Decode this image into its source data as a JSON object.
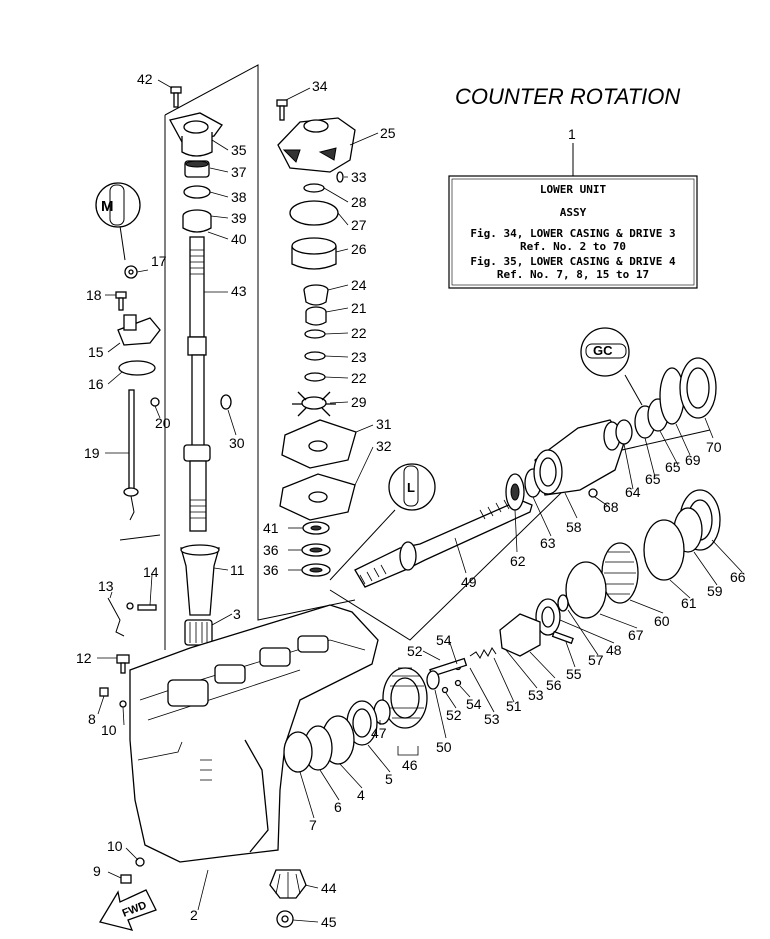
{
  "title": "COUNTER ROTATION",
  "info_box": {
    "ref": "1",
    "line1": "LOWER UNIT",
    "line2": "ASSY",
    "line3": "Fig. 34, LOWER CASING & DRIVE 3",
    "line4": "Ref. No. 2 to 70",
    "line5": "Fig. 35, LOWER CASING & DRIVE 4",
    "line6": "Ref. No. 7, 8, 15 to 17"
  },
  "fwd_label": "FWD",
  "callouts": [
    {
      "n": "42"
    },
    {
      "n": "34"
    },
    {
      "n": "25"
    },
    {
      "n": "35"
    },
    {
      "n": "37"
    },
    {
      "n": "38"
    },
    {
      "n": "39"
    },
    {
      "n": "40"
    },
    {
      "n": "33"
    },
    {
      "n": "28"
    },
    {
      "n": "27"
    },
    {
      "n": "26"
    },
    {
      "n": "17"
    },
    {
      "n": "18"
    },
    {
      "n": "43"
    },
    {
      "n": "24"
    },
    {
      "n": "21"
    },
    {
      "n": "22"
    },
    {
      "n": "15"
    },
    {
      "n": "23"
    },
    {
      "n": "16"
    },
    {
      "n": "22"
    },
    {
      "n": "29"
    },
    {
      "n": "20"
    },
    {
      "n": "19"
    },
    {
      "n": "30"
    },
    {
      "n": "31"
    },
    {
      "n": "32"
    },
    {
      "n": "41"
    },
    {
      "n": "36"
    },
    {
      "n": "36"
    },
    {
      "n": "11"
    },
    {
      "n": "13"
    },
    {
      "n": "14"
    },
    {
      "n": "3"
    },
    {
      "n": "12"
    },
    {
      "n": "8"
    },
    {
      "n": "10"
    },
    {
      "n": "70"
    },
    {
      "n": "69"
    },
    {
      "n": "65"
    },
    {
      "n": "65"
    },
    {
      "n": "64"
    },
    {
      "n": "68"
    },
    {
      "n": "58"
    },
    {
      "n": "63"
    },
    {
      "n": "62"
    },
    {
      "n": "49"
    },
    {
      "n": "66"
    },
    {
      "n": "59"
    },
    {
      "n": "61"
    },
    {
      "n": "60"
    },
    {
      "n": "67"
    },
    {
      "n": "48"
    },
    {
      "n": "57"
    },
    {
      "n": "55"
    },
    {
      "n": "56"
    },
    {
      "n": "53"
    },
    {
      "n": "51"
    },
    {
      "n": "54"
    },
    {
      "n": "52"
    },
    {
      "n": "54"
    },
    {
      "n": "52"
    },
    {
      "n": "53"
    },
    {
      "n": "50"
    },
    {
      "n": "47"
    },
    {
      "n": "46"
    },
    {
      "n": "5"
    },
    {
      "n": "4"
    },
    {
      "n": "6"
    },
    {
      "n": "7"
    },
    {
      "n": "10"
    },
    {
      "n": "9"
    },
    {
      "n": "2"
    },
    {
      "n": "44"
    },
    {
      "n": "45"
    }
  ]
}
